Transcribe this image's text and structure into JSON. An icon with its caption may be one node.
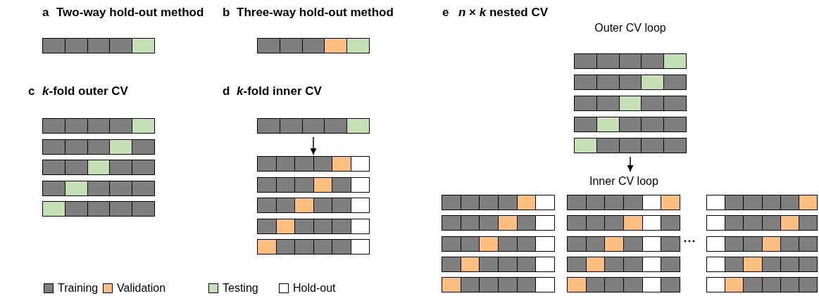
{
  "diagram": {
    "nodes": [
      {
        "text": [],
        "shape": "bar"
      },
      {
        "text": [],
        "shape": "bar"
      },
      {
        "text": [
          "Outer CV loop"
        ]
      },
      {
        "text": [],
        "shape": "bar",
        "in": 2
      },
      {
        "text": [],
        "shape": "bar",
        "in": 2
      },
      {
        "text": [],
        "shape": "bar",
        "in": 2
      },
      {
        "text": [],
        "shape": "bar",
        "in": 2
      },
      {
        "text": [],
        "shape": "bar",
        "in": 2
      },
      {
        "text": [],
        "shape": "bar"
      },
      {
        "text": [],
        "shape": "bar"
      },
      {
        "text": [],
        "shape": "bar"
      },
      {
        "text": [],
        "shape": "bar"
      },
      {
        "text": [],
        "shape": "bar"
      },
      {
        "text": [],
        "shape": "bar"
      },
      {
        "text": [],
        "shape": "bar"
      },
      {
        "text": [],
        "shape": "bar"
      },
      {
        "text": [],
        "shape": "bar"
      },
      {
        "text": [],
        "shape": "bar"
      },
      {
        "text": [],
        "shape": "bar"
      },
      {
        "text": [
          "Inner CV loop"
        ]
      },
      {
        "text": [],
        "shape": "bar",
        "in": 19
      },
      {
        "text": [],
        "shape": "bar",
        "in": 19
      },
      {
        "text": [],
        "shape": "bar",
        "in": 19
      },
      {
        "text": [],
        "shape": "bar",
        "in": 19
      },
      {
        "text": [],
        "shape": "bar",
        "in": 19
      },
      {
        "text": [],
        "shape": "bar",
        "in": 19
      },
      {
        "text": [],
        "shape": "bar",
        "in": 19
      },
      {
        "text": [],
        "shape": "bar",
        "in": 19
      },
      {
        "text": [],
        "shape": "bar",
        "in": 19
      },
      {
        "text": [],
        "shape": "bar",
        "in": 19
      },
      {
        "text": [],
        "shape": "bar",
        "in": 19
      },
      {
        "text": [],
        "shape": "bar",
        "in": 19
      },
      {
        "text": [],
        "shape": "bar",
        "in": 19
      },
      {
        "text": [],
        "shape": "bar",
        "in": 19
      },
      {
        "text": [],
        "shape": "bar",
        "in": 19
      }
    ],
    "edges": [
      {
        "from": 13,
        "to": 14,
        "arrow": "to"
      },
      {
        "from": 2,
        "to": 19,
        "arrow": "to"
      }
    ],
    "labels": [
      "a",
      "Two-way hold-out method",
      "b",
      "Three-way hold-out method",
      "e",
      "*n* × *k* nested CV",
      "c",
      "*k*-fold outer CV",
      "d",
      "*k*-fold inner CV",
      "⋯"
    ],
    "legend": [
      {
        "text": "Training",
        "color": "#7f7f7f"
      },
      {
        "text": "Validation",
        "color": "#fdbf7f"
      },
      {
        "text": "Testing",
        "color": "#c5e0b4"
      },
      {
        "text": "Hold-out",
        "color": "#ffffff"
      }
    ]
  }
}
